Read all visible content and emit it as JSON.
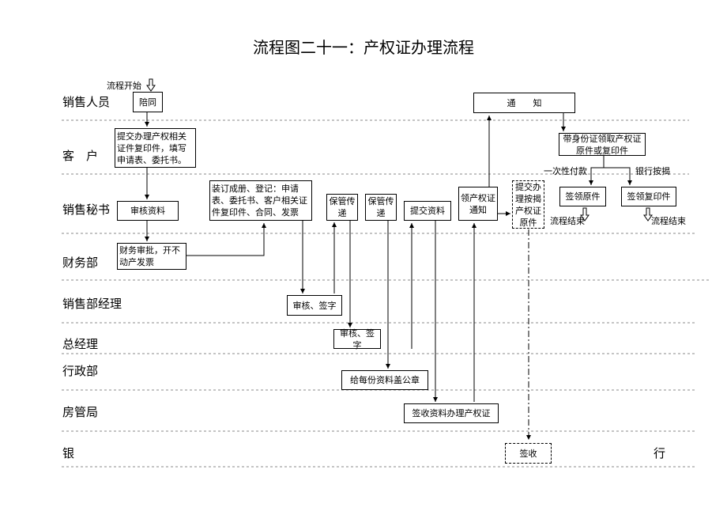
{
  "title": "流程图二十一：产权证办理流程",
  "lanes": {
    "sales_staff": "销售人员",
    "customer": "客　户",
    "sales_secretary": "销售秘书",
    "finance": "财务部",
    "sales_manager": "销售部经理",
    "general_manager": "总经理",
    "admin": "行政部",
    "housing_bureau": "房管局",
    "bank_left": "银",
    "bank_right": "行"
  },
  "labels": {
    "flow_start": "流程开始",
    "lump_sum": "一次性付款",
    "mortgage": "银行按揭",
    "flow_end_1": "流程结束",
    "flow_end_2": "流程结束"
  },
  "boxes": {
    "accompany": "陪同",
    "submit_docs_customer": "提交办理产权相关证件复印件，填写申请表、委托书。",
    "review_docs": "审核资料",
    "finance_approve": "财务审批，开不动产发票",
    "bind_register": "装订成册、登记：申请表、委托书、客户相关证件复印件、合同、发票",
    "keep_transfer_1": "保管传递",
    "keep_transfer_2": "保管传递",
    "submit_docs": "提交资料",
    "receive_notice": "领产权证通知",
    "submit_mortgage": "提交办理按揭产权证原件",
    "notice": "通　　知",
    "bring_id": "带身份证领取产权证原件或复印件",
    "sign_original": "签领原件",
    "sign_copy": "签领复印件",
    "mgr_review_sign": "审核、签字",
    "gm_review_sign": "审核、签字",
    "stamp_seal": "给每份资料盖公章",
    "receive_process": "签收资料办理产权证",
    "bank_sign": "签收"
  }
}
